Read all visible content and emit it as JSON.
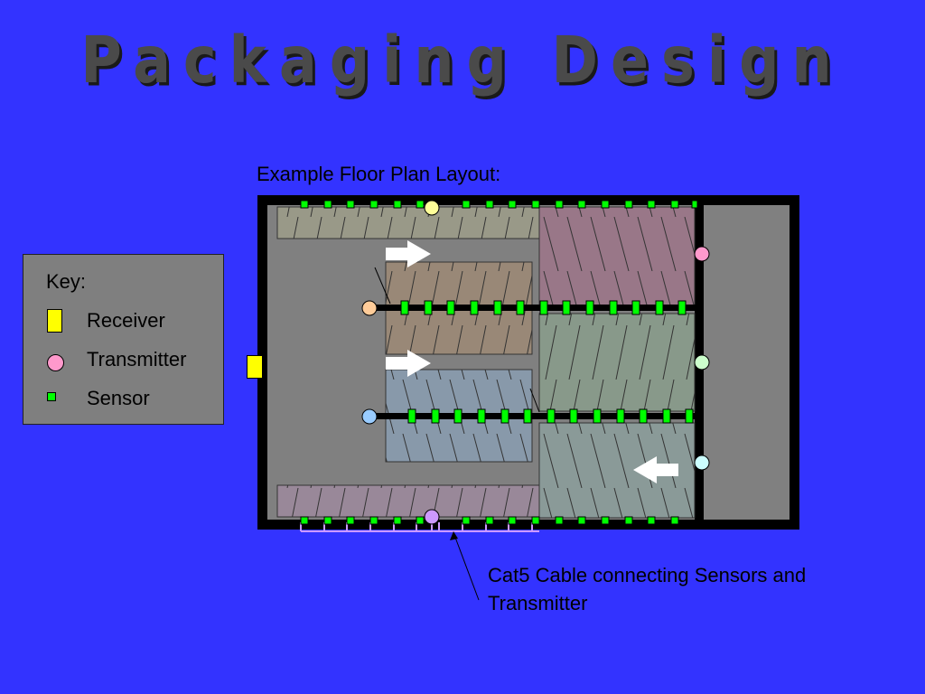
{
  "slide": {
    "title": "Packaging Design",
    "subtitle": "Example Floor Plan Layout:",
    "caption": "Cat5 Cable connecting Sensors and Transmitter"
  },
  "key": {
    "title": "Key:",
    "items": [
      {
        "label": "Receiver",
        "icon": "receiver-icon"
      },
      {
        "label": "Transmitter",
        "icon": "transmitter-icon"
      },
      {
        "label": "Sensor",
        "icon": "sensor-icon"
      }
    ]
  },
  "colors": {
    "background": "#3333ff",
    "floor": "#808080",
    "wall": "#000000",
    "receiver": "#ffff00",
    "sensor": "#00ff00",
    "cable": "#cc99ff",
    "shelf_top": "#999988",
    "shelf_pink": "#997788",
    "shelf_brown": "#998877",
    "shelf_blue": "#8899aa",
    "shelf_green": "#88998a",
    "shelf_gray_green": "#8a9a98",
    "shelf_purple": "#998899",
    "transmitter_yellow": "#ffff99",
    "transmitter_pink": "#ff99cc",
    "transmitter_orange": "#ffcc99",
    "transmitter_green": "#ccffcc",
    "transmitter_blue": "#99ccff",
    "transmitter_cyan": "#ccffff",
    "transmitter_purple": "#cc99ff",
    "arrow": "#ffffff"
  }
}
